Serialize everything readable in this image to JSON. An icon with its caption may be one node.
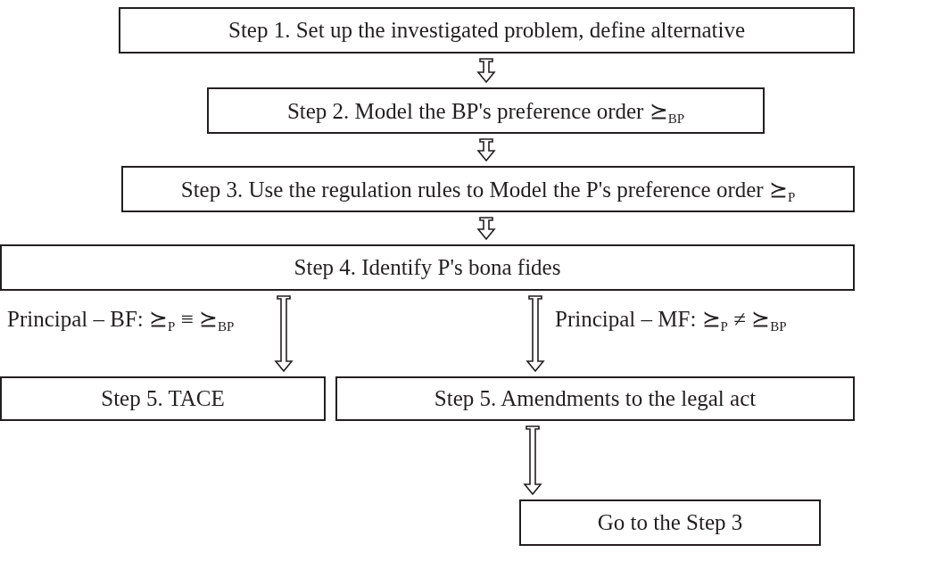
{
  "diagram": {
    "nodes": [
      {
        "text": [
          "Step 1. Set up the investigated problem, define alternative"
        ]
      },
      {
        "text": [
          "Step 2. Model the BP's preference order ⪰$_{BP}$"
        ]
      },
      {
        "text": [
          "Step 3. Use the regulation rules to Model the P's preference order ⪰$_{P}$"
        ]
      },
      {
        "text": [
          "Step 4. Identify P's bona fides"
        ]
      },
      {
        "text": [
          "Step 5. TACE"
        ]
      },
      {
        "text": [
          "Step 5. Amendments to the legal act"
        ]
      },
      {
        "text": [
          "Go to the Step 3"
        ]
      }
    ],
    "edges": [
      {
        "from": 0,
        "to": 1,
        "arrow": "to"
      },
      {
        "from": 1,
        "to": 2,
        "arrow": "to"
      },
      {
        "from": 2,
        "to": 3,
        "arrow": "to"
      },
      {
        "from": 3,
        "to": 4,
        "arrow": "to",
        "label": "Principal – BF: ⪰$_{P}$ ≡ ⪰$_{BP}$"
      },
      {
        "from": 3,
        "to": 5,
        "arrow": "to",
        "label": "Principal – MF: ⪰$_{P}$ ≠ ⪰$_{BP}$"
      },
      {
        "from": 5,
        "to": 6,
        "arrow": "to"
      }
    ]
  }
}
